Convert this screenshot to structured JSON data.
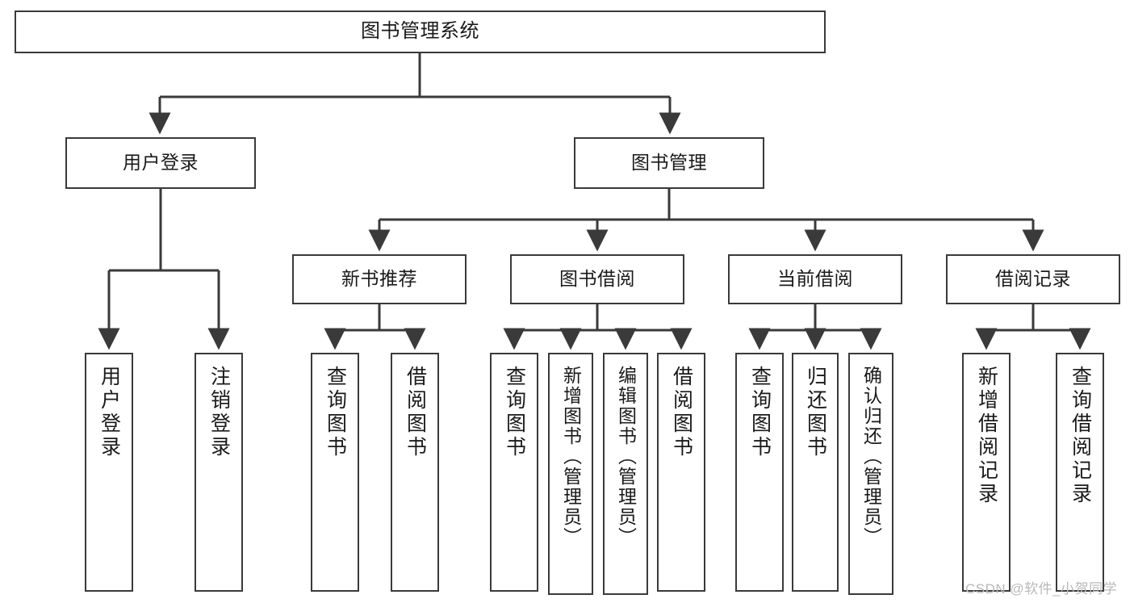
{
  "diagram": {
    "title": "图书管理系统",
    "type": "tree",
    "colors": {
      "stroke": "#3a3a3a",
      "fill": "#ffffff",
      "text": "#1a1a1a",
      "watermark": "#b9b9b9"
    },
    "nodes": {
      "root": {
        "label": "图书管理系统",
        "level": 1
      },
      "level2": [
        {
          "id": "user-login",
          "label": "用户登录"
        },
        {
          "id": "book-manage",
          "label": "图书管理"
        }
      ],
      "level3": [
        {
          "id": "new-book-recommend",
          "label": "新书推荐",
          "parent": "book-manage"
        },
        {
          "id": "book-borrow",
          "label": "图书借阅",
          "parent": "book-manage"
        },
        {
          "id": "current-borrow",
          "label": "当前借阅",
          "parent": "book-manage"
        },
        {
          "id": "borrow-record",
          "label": "借阅记录",
          "parent": "book-manage"
        }
      ],
      "leaves": [
        {
          "id": "leaf-user-login",
          "label": "用户登录",
          "parent": "user-login"
        },
        {
          "id": "leaf-logout",
          "label": "注销登录",
          "parent": "user-login"
        },
        {
          "id": "leaf-query-book-1",
          "label": "查询图书",
          "parent": "new-book-recommend"
        },
        {
          "id": "leaf-borrow-book-1",
          "label": "借阅图书",
          "parent": "new-book-recommend"
        },
        {
          "id": "leaf-query-book-2",
          "label": "查询图书",
          "parent": "book-borrow"
        },
        {
          "id": "leaf-add-book",
          "label": "新增图书（管理员）",
          "parent": "book-borrow"
        },
        {
          "id": "leaf-edit-book",
          "label": "编辑图书（管理员）",
          "parent": "book-borrow"
        },
        {
          "id": "leaf-borrow-book-2",
          "label": "借阅图书",
          "parent": "book-borrow"
        },
        {
          "id": "leaf-query-book-3",
          "label": "查询图书",
          "parent": "current-borrow"
        },
        {
          "id": "leaf-return-book",
          "label": "归还图书",
          "parent": "current-borrow"
        },
        {
          "id": "leaf-confirm-return",
          "label": "确认归还（管理员）",
          "parent": "current-borrow"
        },
        {
          "id": "leaf-add-record",
          "label": "新增借阅记录",
          "parent": "borrow-record"
        },
        {
          "id": "leaf-query-record",
          "label": "查询借阅记录",
          "parent": "borrow-record"
        }
      ]
    }
  },
  "watermark": {
    "text": "CSDN @软件_小贺同学"
  }
}
